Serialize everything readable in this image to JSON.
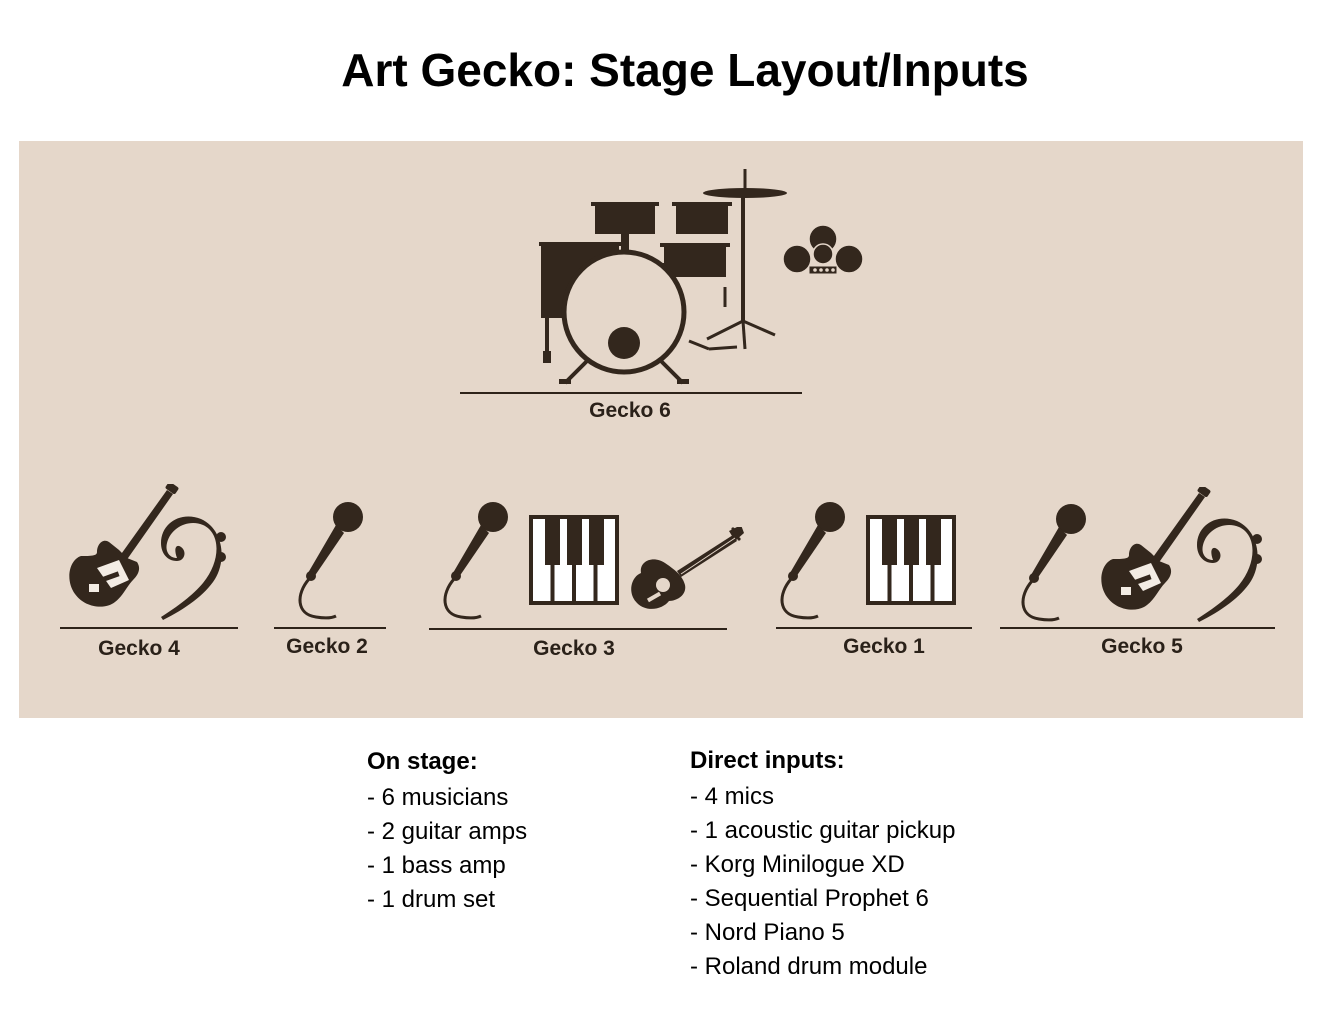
{
  "title": "Art Gecko: Stage Layout/Inputs",
  "stations": {
    "gecko6": {
      "label": "Gecko 6",
      "icons": [
        "drum-kit-icon",
        "drum-pad-module-icon"
      ]
    },
    "gecko4": {
      "label": "Gecko 4",
      "icons": [
        "electric-guitar-icon",
        "bass-clef-icon"
      ]
    },
    "gecko2": {
      "label": "Gecko 2",
      "icons": [
        "microphone-icon"
      ]
    },
    "gecko3": {
      "label": "Gecko 3",
      "icons": [
        "microphone-icon",
        "piano-keys-icon",
        "acoustic-guitar-icon"
      ]
    },
    "gecko1": {
      "label": "Gecko 1",
      "icons": [
        "microphone-icon",
        "piano-keys-icon"
      ]
    },
    "gecko5": {
      "label": "Gecko 5",
      "icons": [
        "microphone-icon",
        "electric-guitar-icon",
        "bass-clef-icon"
      ]
    }
  },
  "on_stage": {
    "heading": "On stage:",
    "items": [
      "- 6 musicians",
      "- 2 guitar amps",
      "- 1 bass amp",
      "- 1 drum set"
    ]
  },
  "direct_inputs": {
    "heading": "Direct inputs:",
    "items": [
      "- 4 mics",
      "- 1 acoustic guitar pickup",
      "- Korg Minilogue XD",
      "- Sequential Prophet 6",
      "- Nord Piano 5",
      "- Roland drum module"
    ]
  },
  "colors": {
    "stage_background": "#e5d7ca",
    "icon_ink": "#33271d",
    "page_background": "#ffffff"
  }
}
